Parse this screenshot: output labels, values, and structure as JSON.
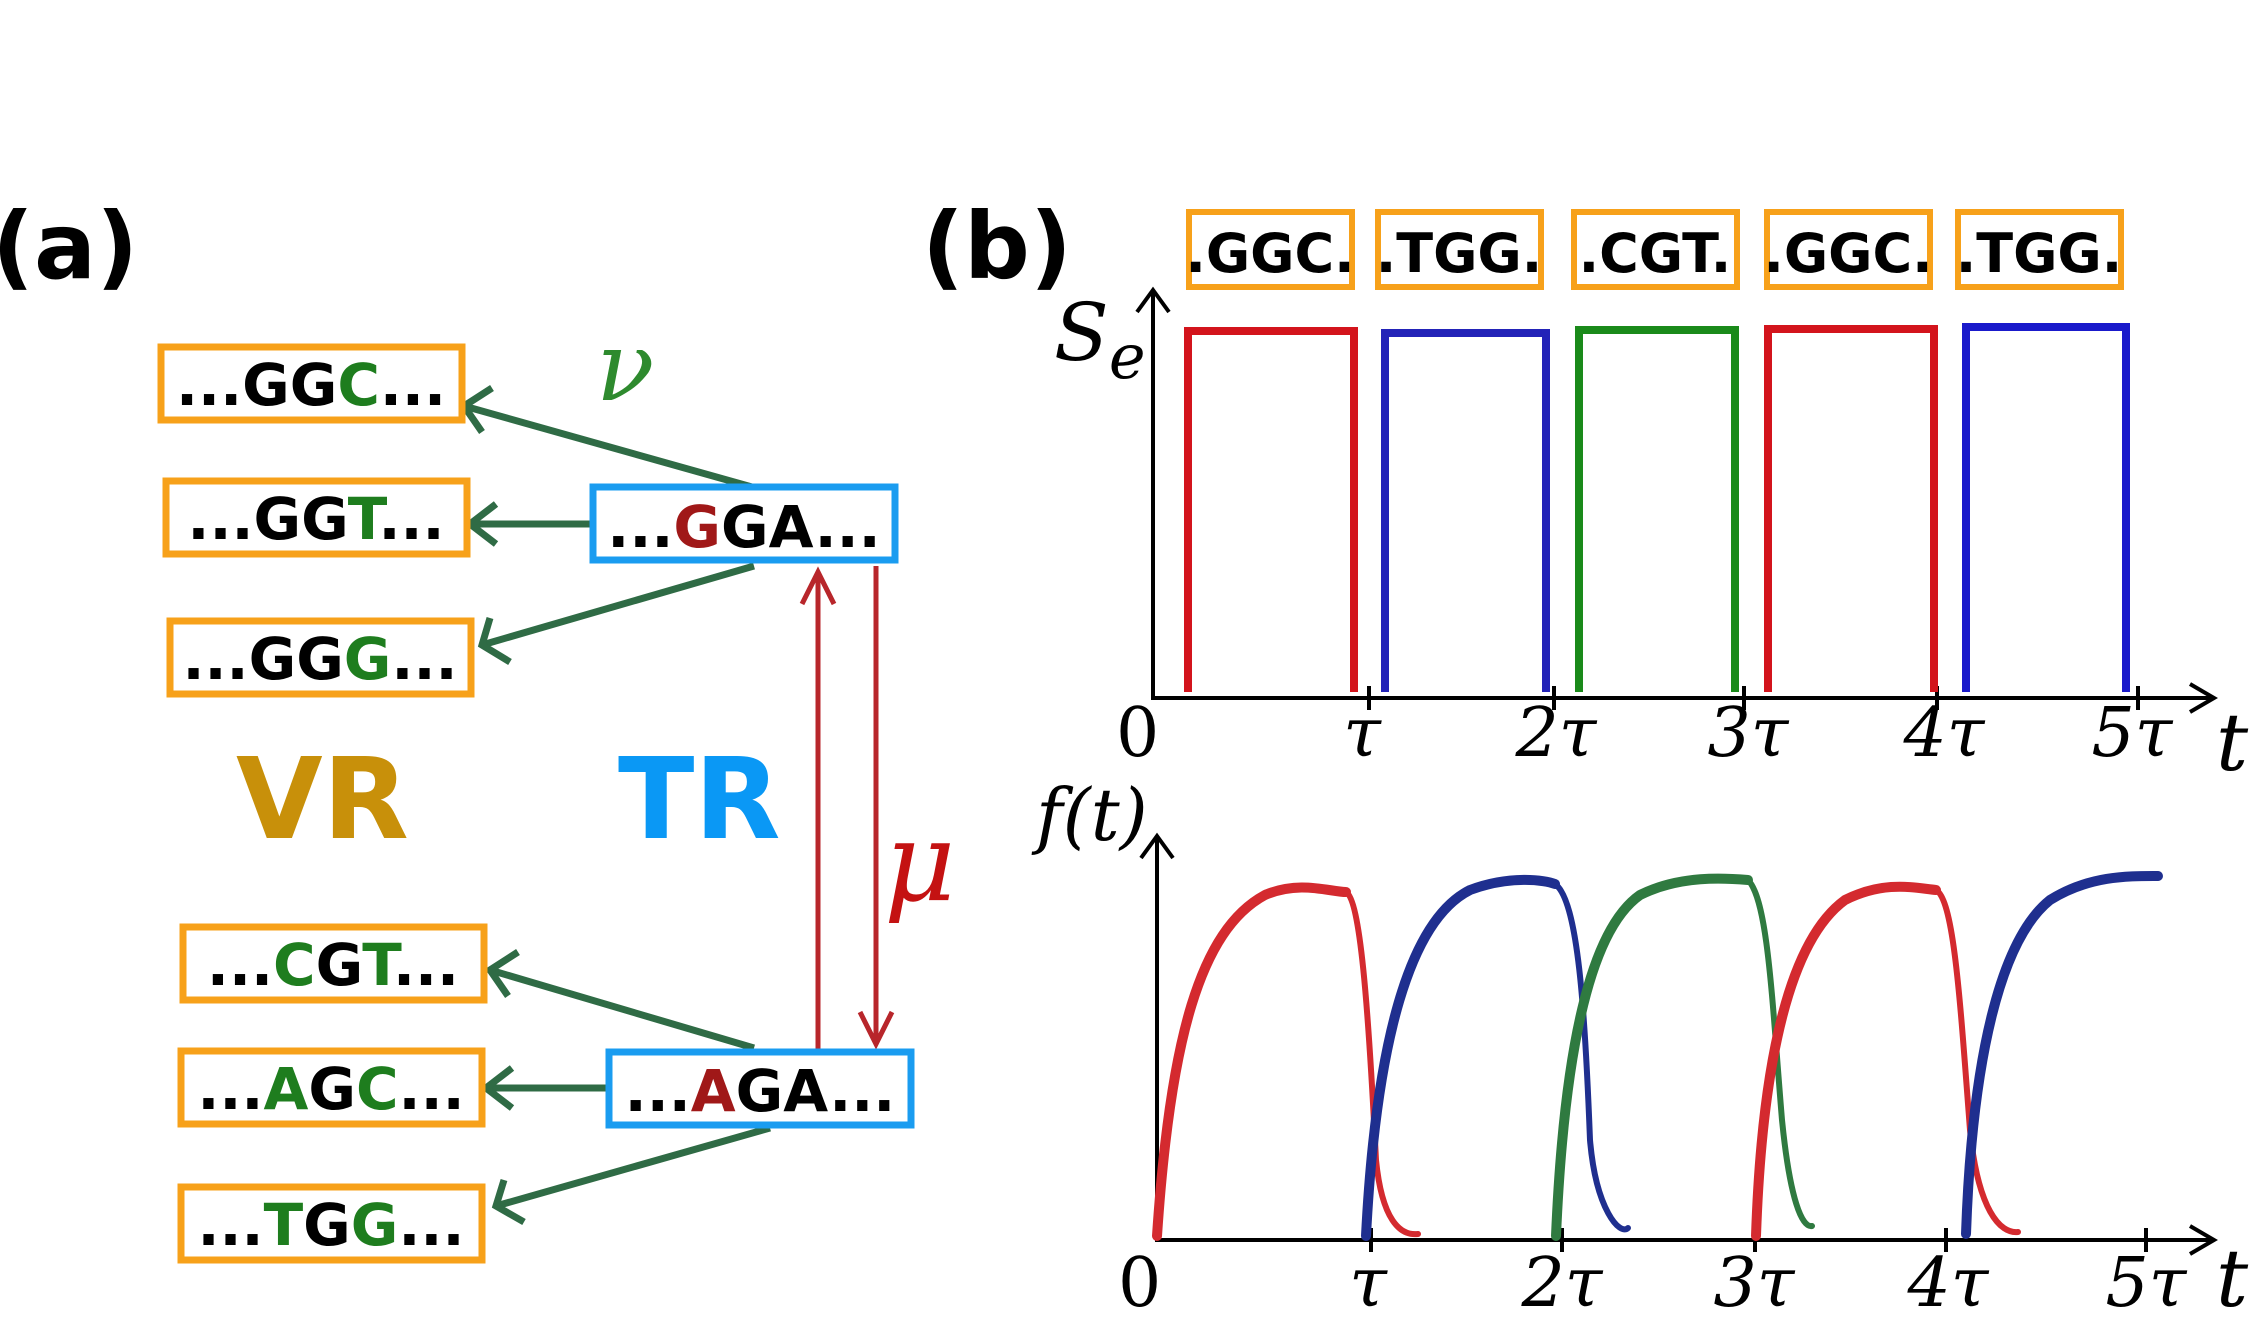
{
  "panel_a": {
    "label": "(a)",
    "vr_label": "VR",
    "tr_label": "TR",
    "nu_label": "ν",
    "mu_label": "μ",
    "tr_top": {
      "prefix": "...",
      "mut": "G",
      "suffix": "GA..."
    },
    "tr_bottom": {
      "prefix": "...",
      "mut": "A",
      "suffix": "GA..."
    },
    "vr_top": [
      {
        "pre": "...GG",
        "var": "C",
        "post": "..."
      },
      {
        "pre": "...GG",
        "var": "T",
        "post": "..."
      },
      {
        "pre": "...GG",
        "var": "G",
        "post": "..."
      }
    ],
    "vr_bottom": [
      {
        "pre": "...",
        "var": "C",
        "mid": "G",
        "var2": "T",
        "post": "..."
      },
      {
        "pre": "...",
        "var": "A",
        "mid": "G",
        "var2": "C",
        "post": "..."
      },
      {
        "pre": "...",
        "var": "T",
        "mid": "G",
        "var2": "G",
        "post": "..."
      }
    ]
  },
  "panel_b": {
    "label": "(b)",
    "env_boxes": [
      ".GGC.",
      ".TGG.",
      ".CGT.",
      ".GGC.",
      ".TGG."
    ],
    "top_ylabel_main": "S",
    "top_ylabel_sub": "e",
    "bottom_ylabel": "f(t)",
    "xlabel": "t",
    "origin": "0",
    "ticks": [
      "τ",
      "2τ",
      "3τ",
      "4τ",
      "5τ"
    ]
  },
  "colors": {
    "orange": "#f7a11a",
    "blue_box": "#1a9cf0",
    "vr_text": "#c8900a",
    "tr_text": "#0a98f5",
    "green_arrow": "#2f6b45",
    "green_text": "#1e7d1e",
    "red_mut": "#a01818",
    "red_arrow": "#b8262b",
    "mu_color": "#c41212",
    "nu_color": "#2e8a2e",
    "series": [
      "#d3141c",
      "#2323b8",
      "#1a8a1a",
      "#d3141c",
      "#1a1acb"
    ],
    "curves": [
      "#d42a2f",
      "#1f2f8f",
      "#2f7a40",
      "#d42a2f",
      "#1f2f8f"
    ]
  }
}
